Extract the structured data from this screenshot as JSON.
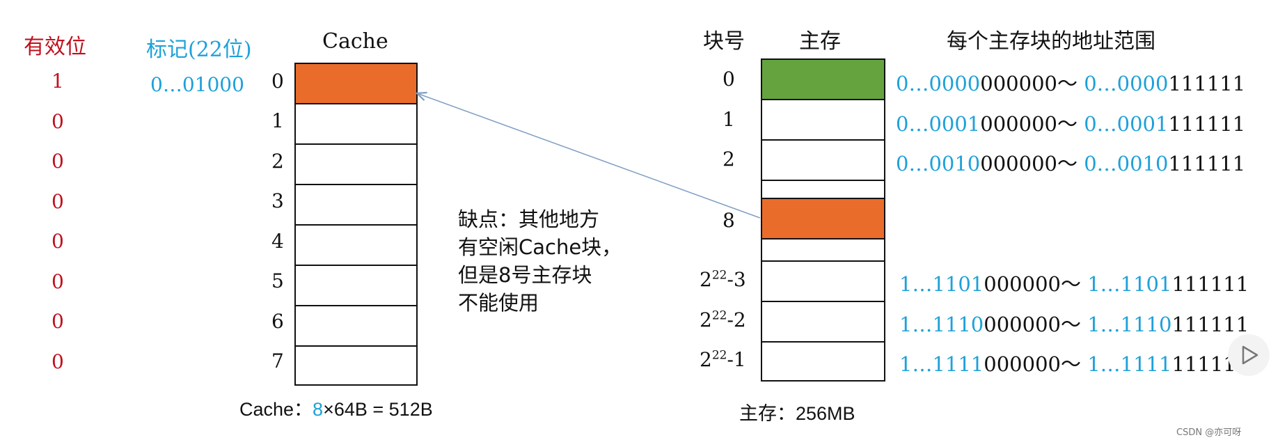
{
  "header": {
    "valid_bit": "有效位",
    "tag": "标记(22位)",
    "cache": "Cache",
    "block_no": "块号",
    "main_memory": "主存",
    "addr_range": "每个主存块的地址范围"
  },
  "valid_bits": [
    "1",
    "0",
    "0",
    "0",
    "0",
    "0",
    "0",
    "0"
  ],
  "tag_values": [
    "0…01000"
  ],
  "cache_lines": [
    "0",
    "1",
    "2",
    "3",
    "4",
    "5",
    "6",
    "7"
  ],
  "cache_caption": {
    "prefix": "Cache：",
    "count": "8",
    "rest": "×64B = 512B"
  },
  "note": [
    "缺点：其他地方",
    "有空闲Cache块，",
    "但是8号主存块",
    "不能使用"
  ],
  "mem_blocks": [
    {
      "label": "0",
      "color": "#64a33e",
      "addr_blue_1": "0…0000",
      "addr_black_1": "000000～ ",
      "addr_blue_2": "0…0000",
      "addr_black_2": "111111"
    },
    {
      "label": "1",
      "color": "#ffffff",
      "addr_blue_1": "0…0001",
      "addr_black_1": "000000～ ",
      "addr_blue_2": "0…0001",
      "addr_black_2": "111111"
    },
    {
      "label": "2",
      "color": "#ffffff",
      "addr_blue_1": "0…0010",
      "addr_black_1": "000000～ ",
      "addr_blue_2": "0…0010",
      "addr_black_2": "111111"
    },
    {
      "label": "8",
      "color": "#ea6c2b"
    },
    {
      "label_base": "2",
      "label_sup": "22",
      "label_tail": "-3",
      "color": "#ffffff",
      "addr_blue_1": "1…1101",
      "addr_black_1": "000000～ ",
      "addr_blue_2": "1…1101",
      "addr_black_2": "111111"
    },
    {
      "label_base": "2",
      "label_sup": "22",
      "label_tail": "-2",
      "color": "#ffffff",
      "addr_blue_1": "1…1110",
      "addr_black_1": "000000～ ",
      "addr_blue_2": "1…1110",
      "addr_black_2": "111111"
    },
    {
      "label_base": "2",
      "label_sup": "22",
      "label_tail": "-1",
      "color": "#ffffff",
      "addr_blue_1": "1…1111",
      "addr_black_1": "000000～ ",
      "addr_blue_2": "1…1111",
      "addr_black_2": "111111"
    }
  ],
  "mem_caption": "主存：256MB",
  "watermark": "CSDN @亦可呀",
  "colors": {
    "orange": "#ea6c2b",
    "green": "#64a33e",
    "red": "#c0111f",
    "blue": "#1ea1d9",
    "arrow": "#7f9fc4"
  }
}
